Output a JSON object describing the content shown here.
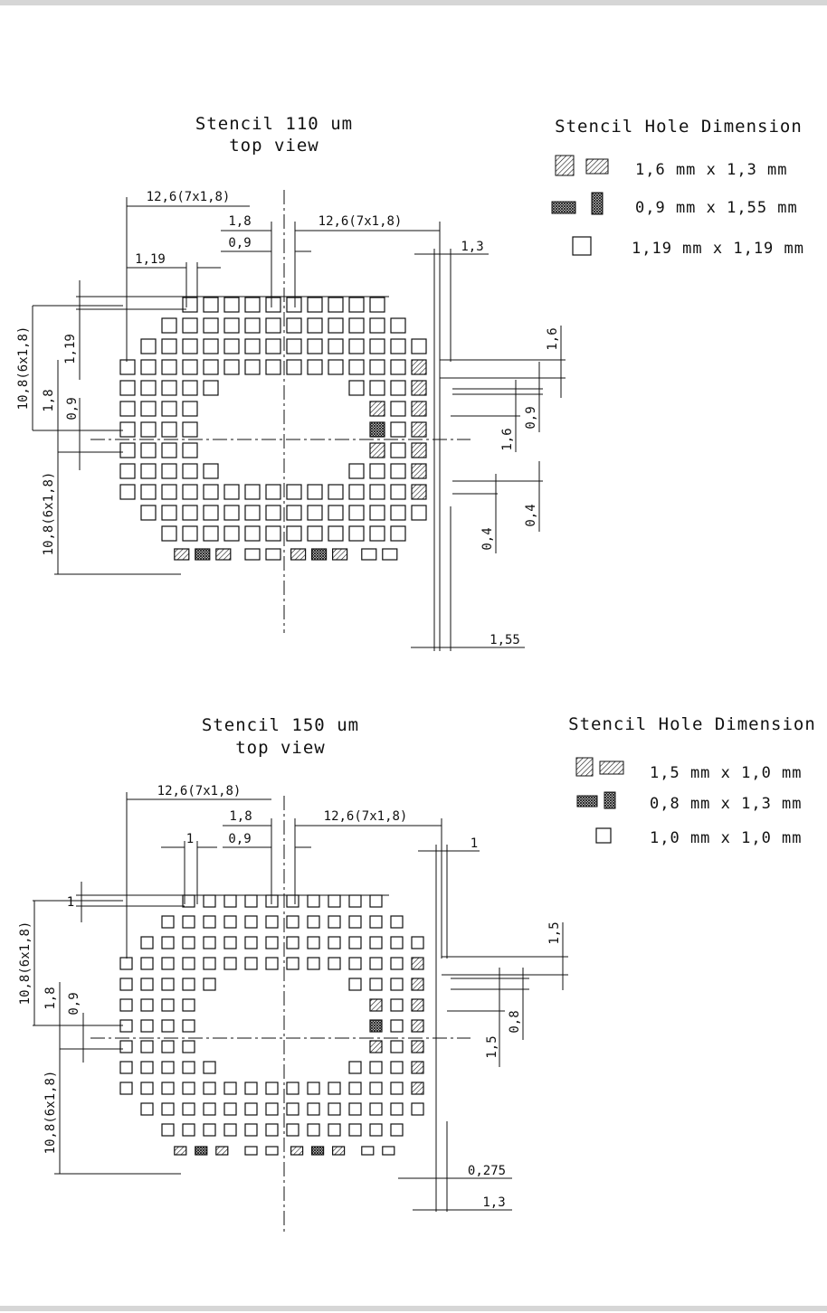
{
  "top": {
    "title": "Stencil 110 um",
    "subtitle": "top view",
    "legend_title": "Stencil Hole Dimension",
    "legend": [
      "1,6 mm x 1,3 mm",
      "0,9 mm x 1,55 mm",
      "1,19 mm x 1,19 mm"
    ],
    "dims": {
      "pitch_top": "12,6(7x1,8)",
      "pitch_top2": "12,6(7x1,8)",
      "p18": "1,8",
      "p09": "0,9",
      "p119": "1,19",
      "p13": "1,3",
      "v119": "1,19",
      "v108a": "10,8(6x1,8)",
      "v18": "1,8",
      "v09": "0,9",
      "v108b": "10,8(6x1,8)",
      "r16a": "1,6",
      "r16b": "1,6",
      "r09": "0,9",
      "r04a": "0,4",
      "r04b": "0,4",
      "b155": "1,55"
    }
  },
  "bottom": {
    "title": "Stencil 150 um",
    "subtitle": "top view",
    "legend_title": "Stencil Hole Dimension",
    "legend": [
      "1,5 mm x 1,0 mm",
      "0,8 mm x 1,3 mm",
      "1,0 mm x 1,0 mm"
    ],
    "dims": {
      "pitch_top": "12,6(7x1,8)",
      "pitch_top2": "12,6(7x1,8)",
      "p18": "1,8",
      "p09": "0,9",
      "p1": "1",
      "p1r": "1",
      "v1": "1",
      "v108a": "10,8(6x1,8)",
      "v18": "1,8",
      "v09": "0,9",
      "v108b": "10,8(6x1,8)",
      "r15a": "1,5",
      "r15b": "1,5",
      "r08": "0,8",
      "b0275": "0,275",
      "b13": "1,3"
    }
  }
}
